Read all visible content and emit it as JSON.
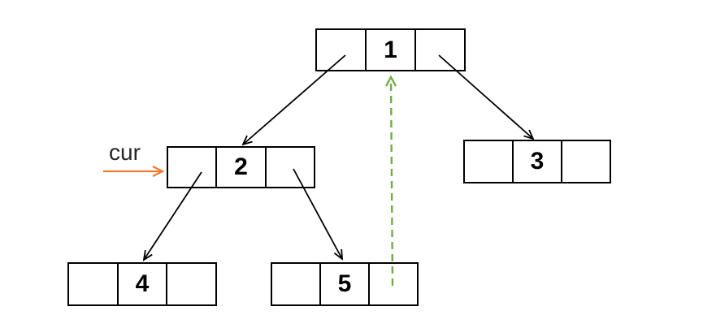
{
  "diagram": {
    "kind": "binary-tree-linked-nodes",
    "background": "#ffffff"
  },
  "colors": {
    "box_border": "#000000",
    "edge": "#000000",
    "value_text": "#000000",
    "cur_text": "#262626",
    "cur_arrow": "#ED7D31",
    "return_arrow": "#70AD47"
  },
  "labels": {
    "cur": "cur"
  },
  "nodes": [
    {
      "id": "node-1",
      "value": "1"
    },
    {
      "id": "node-2",
      "value": "2"
    },
    {
      "id": "node-3",
      "value": "3"
    },
    {
      "id": "node-4",
      "value": "4"
    },
    {
      "id": "node-5",
      "value": "5"
    }
  ],
  "edges": [
    {
      "from": "node-1-left-pointer",
      "to": "node-2",
      "style": "solid",
      "color": "#000000"
    },
    {
      "from": "node-1-right-pointer",
      "to": "node-3",
      "style": "solid",
      "color": "#000000"
    },
    {
      "from": "node-2-left-pointer",
      "to": "node-4",
      "style": "solid",
      "color": "#000000"
    },
    {
      "from": "node-2-right-pointer",
      "to": "node-5",
      "style": "solid",
      "color": "#000000"
    },
    {
      "from": "cur-label",
      "to": "node-2",
      "style": "solid",
      "color": "#ED7D31"
    },
    {
      "from": "node-5-right-pointer",
      "to": "node-1",
      "style": "dashed",
      "color": "#70AD47"
    }
  ]
}
